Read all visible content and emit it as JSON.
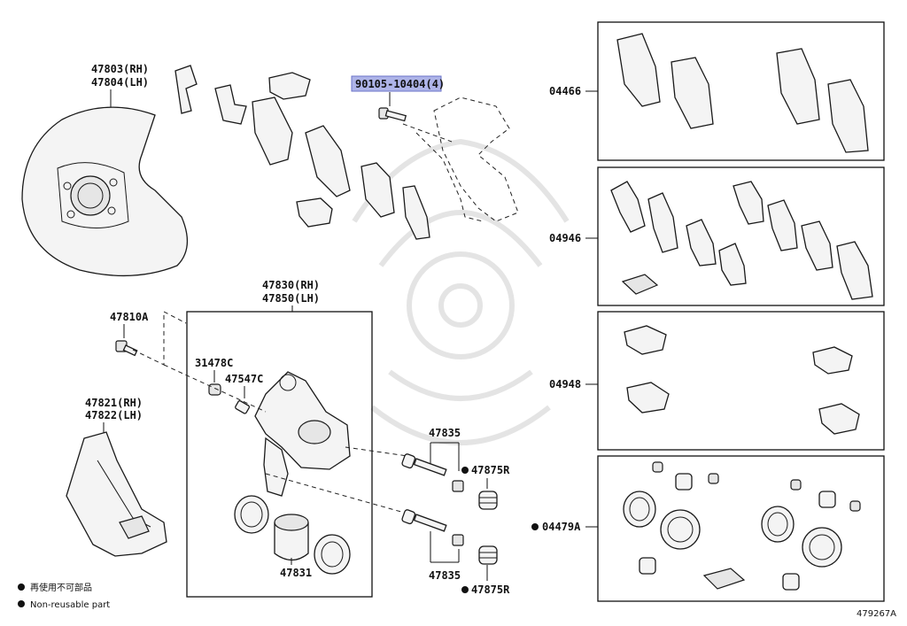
{
  "labels": {
    "dust_cover": [
      "47803(RH)",
      "47804(LH)"
    ],
    "highlight_bolt": "90105-10404(4)",
    "cylinder_assy": [
      "47830(RH)",
      "47850(LH)"
    ],
    "bleeder_bolt": "47810A",
    "cap_31478": "31478C",
    "plug_47547": "47547C",
    "mounting": [
      "47821(RH)",
      "47822(LH)"
    ],
    "slide_pin_top": "47835",
    "slide_pin_bottom": "47835",
    "boot_top": "47875R",
    "boot_bottom": "47875R",
    "piston": "47831",
    "kit_pad": "04466",
    "kit_anti_squeal": "04946",
    "kit_fitting": "04948",
    "kit_cylinder": "04479A",
    "legend_jp": "再使用不可部品",
    "legend_en": "Non-reusable part",
    "diagram_id": "479267A"
  }
}
